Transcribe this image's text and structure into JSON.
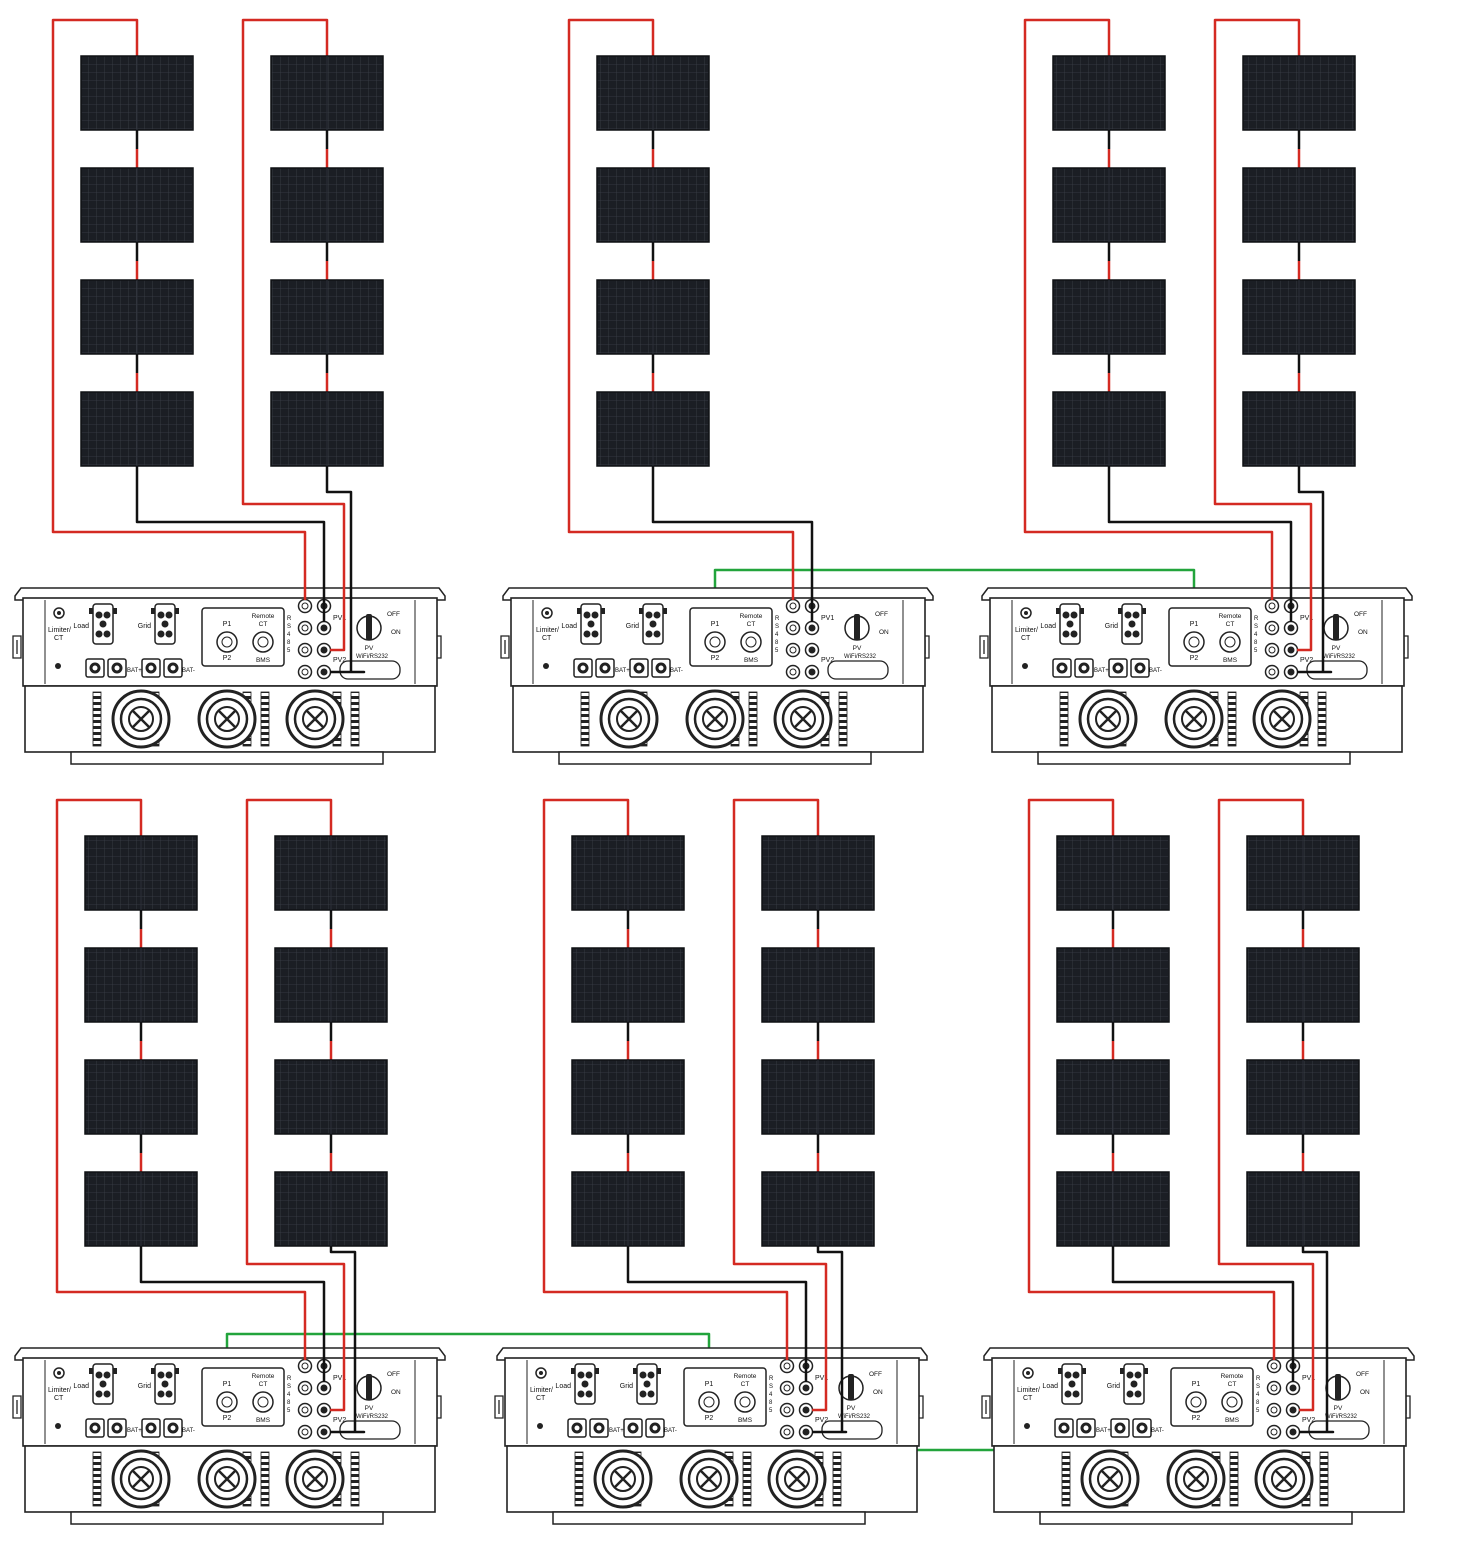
{
  "colors": {
    "positive_wire": "#d42a22",
    "negative_wire": "#111111",
    "comm_wire": "#22a43c",
    "panel": "#1b1e24",
    "panel_grid": "#3a3f48"
  },
  "labels": {
    "limiter": "Limiter/",
    "ct": "CT",
    "load": "Load",
    "grid": "Grid",
    "p1": "P1",
    "p2": "P2",
    "remote": "Remote",
    "remote_ct": "CT",
    "bms": "BMS",
    "rs485": [
      "R",
      "S",
      "4",
      "8",
      "5"
    ],
    "pv1": "PV1",
    "pv2": "PV2",
    "off": "OFF",
    "on": "ON",
    "pv": "PV",
    "wifi": "WiFi/RS232",
    "bat_plus": "BAT+",
    "bat_minus": "BAT-"
  },
  "inverters": [
    {
      "id": "inv-1",
      "strings": 2
    },
    {
      "id": "inv-2",
      "strings": 1
    },
    {
      "id": "inv-3",
      "strings": 2
    },
    {
      "id": "inv-4",
      "strings": 2
    },
    {
      "id": "inv-5",
      "strings": 2
    },
    {
      "id": "inv-6",
      "strings": 2
    }
  ],
  "panels_per_string": 4
}
